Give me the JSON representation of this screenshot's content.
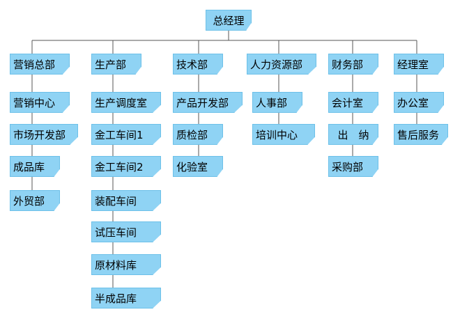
{
  "colors": {
    "node_fill": "#8fd3f4",
    "node_border": "#6cc0e8",
    "line": "#555555"
  },
  "org": {
    "root": "总经理",
    "departments": [
      {
        "label": "营销总部",
        "children": [
          "营销中心",
          "市场开发部",
          "成品库",
          "外贸部"
        ]
      },
      {
        "label": "生产部",
        "children": [
          "生产调度室",
          "金工车间1",
          "金工车间2",
          "装配车间",
          "试压车间",
          "原材料库",
          "半成品库"
        ]
      },
      {
        "label": "技术部",
        "children": [
          "产品开发部",
          "质检部",
          "化验室"
        ]
      },
      {
        "label": "人力资源部",
        "children": [
          "人事部",
          "培训中心"
        ]
      },
      {
        "label": "财务部",
        "children": [
          "会计室",
          "出　纳",
          "采购部"
        ]
      },
      {
        "label": "经理室",
        "children": [
          "办公室",
          "售后服务"
        ]
      }
    ]
  }
}
